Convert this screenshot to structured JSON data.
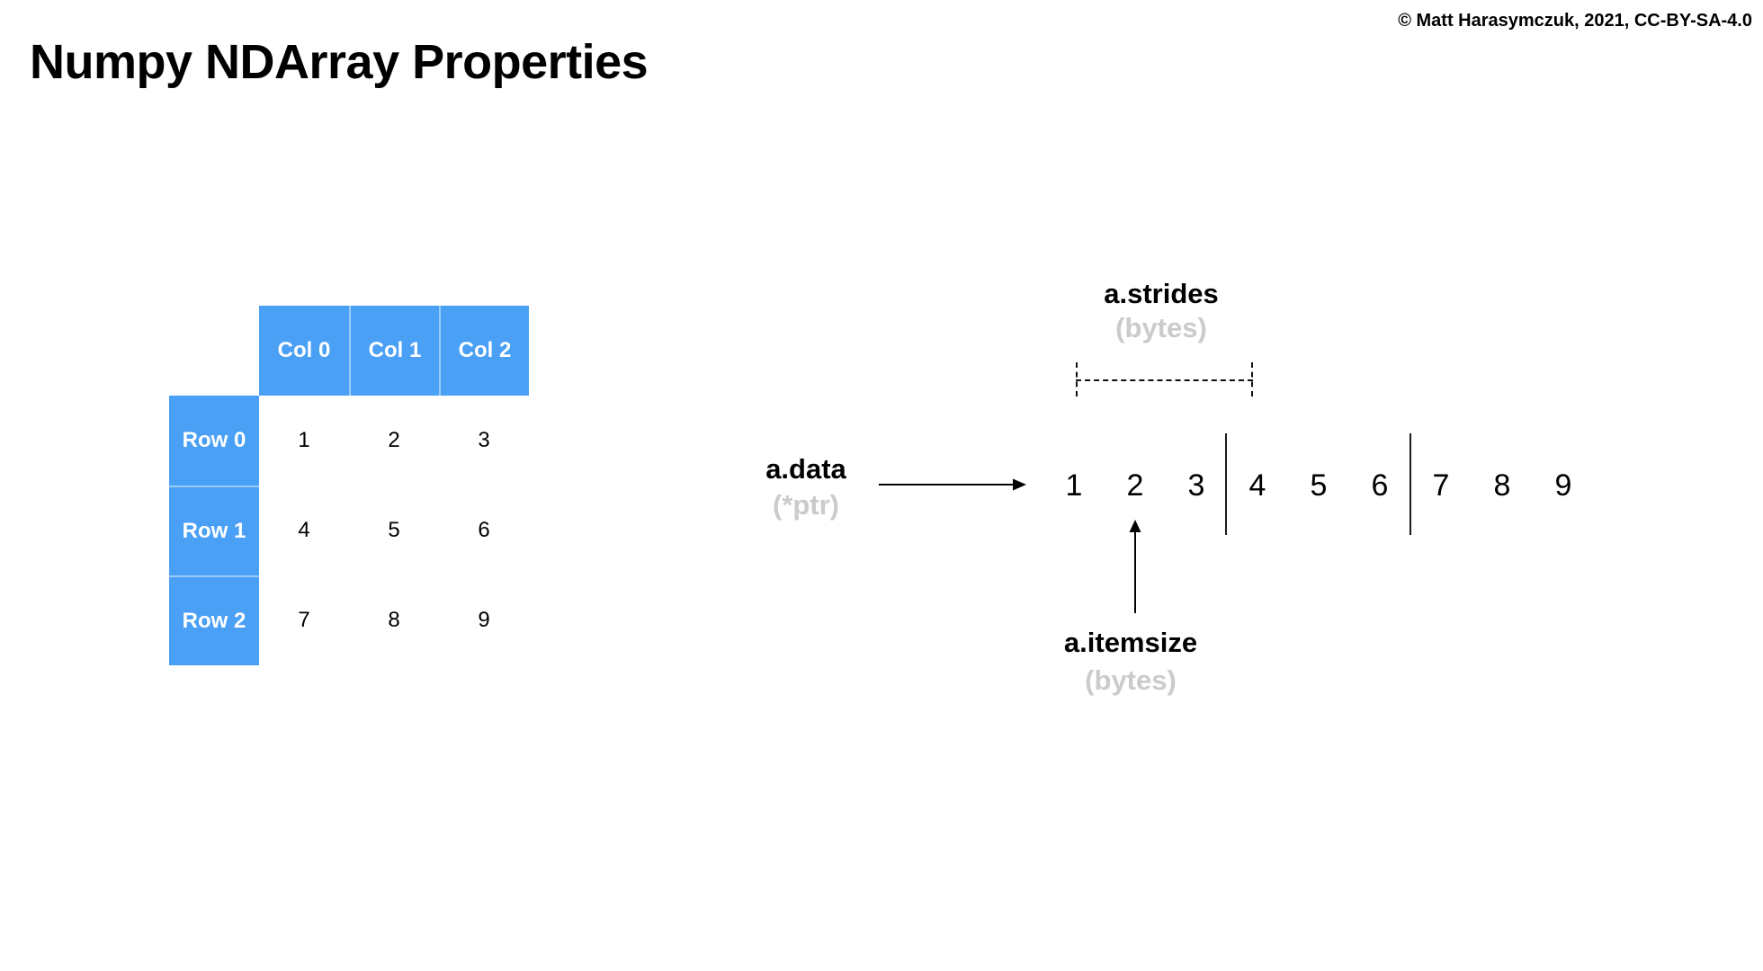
{
  "page": {
    "title": "Numpy NDArray Properties",
    "copyright": "© Matt Harasymczuk, 2021, CC-BY-SA-4.0"
  },
  "colors": {
    "table_blue": "#4aa0f4",
    "table_cell_divider": "rgba(255,255,255,0.45)",
    "muted_gray": "#cbcbcb",
    "ink_black": "#000000"
  },
  "matrix_table": {
    "col_headers": [
      "Col 0",
      "Col 1",
      "Col 2"
    ],
    "row_headers": [
      "Row 0",
      "Row 1",
      "Row 2"
    ],
    "values": [
      [
        "1",
        "2",
        "3"
      ],
      [
        "4",
        "5",
        "6"
      ],
      [
        "7",
        "8",
        "9"
      ]
    ]
  },
  "memory_diagram": {
    "data_label": "a.data",
    "data_sublabel": "(*ptr)",
    "strides_label": "a.strides",
    "strides_sublabel": "(bytes)",
    "itemsize_label": "a.itemsize",
    "itemsize_sublabel": "(bytes)",
    "cells": [
      "1",
      "2",
      "3",
      "4",
      "5",
      "6",
      "7",
      "8",
      "9"
    ],
    "row_break_after": [
      3,
      6
    ]
  }
}
